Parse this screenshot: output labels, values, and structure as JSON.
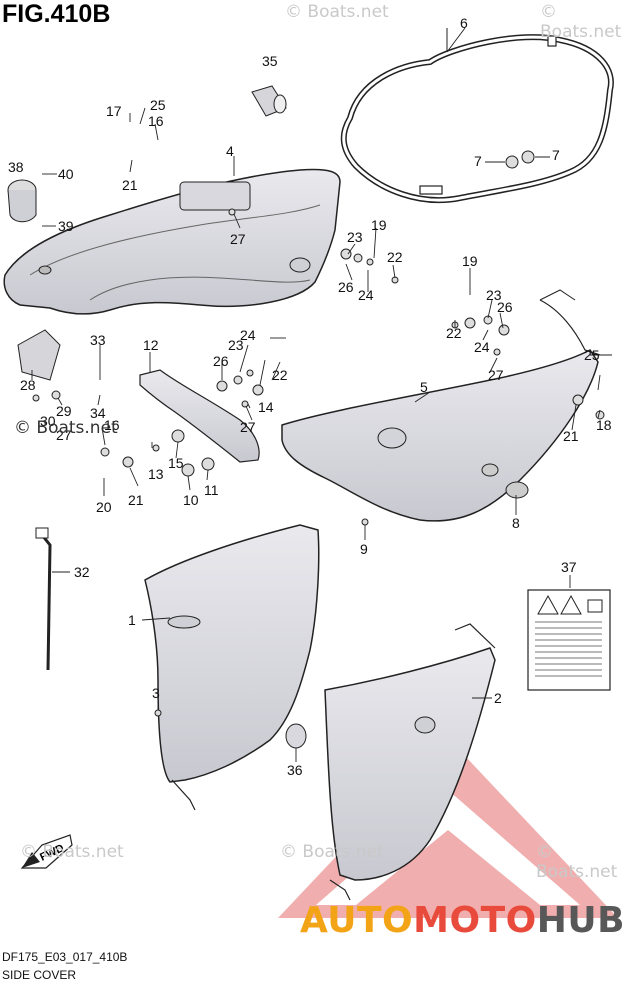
{
  "figure_title": "FIG.410B",
  "part_code": "DF175_E03_017_410B",
  "section_name": "SIDE COVER",
  "watermark_text": "© Boats.net",
  "brand": {
    "part1": "AUTO",
    "part2": "MOTO",
    "part3": "HUB",
    "colors": {
      "part1": "#f3a316",
      "part2": "#e84b3c",
      "part3": "#585858"
    }
  },
  "direction_label": "FWD",
  "callouts": [
    "1",
    "2",
    "3",
    "4",
    "5",
    "6",
    "7",
    "7",
    "8",
    "9",
    "10",
    "11",
    "12",
    "13",
    "14",
    "15",
    "16",
    "16",
    "17",
    "18",
    "19",
    "19",
    "20",
    "21",
    "21",
    "21",
    "22",
    "22",
    "22",
    "23",
    "23",
    "23",
    "24",
    "24",
    "24",
    "25",
    "25",
    "26",
    "26",
    "26",
    "27",
    "27",
    "27",
    "27",
    "28",
    "29",
    "30",
    "32",
    "33",
    "34",
    "35",
    "36",
    "37",
    "38",
    "39",
    "40"
  ]
}
